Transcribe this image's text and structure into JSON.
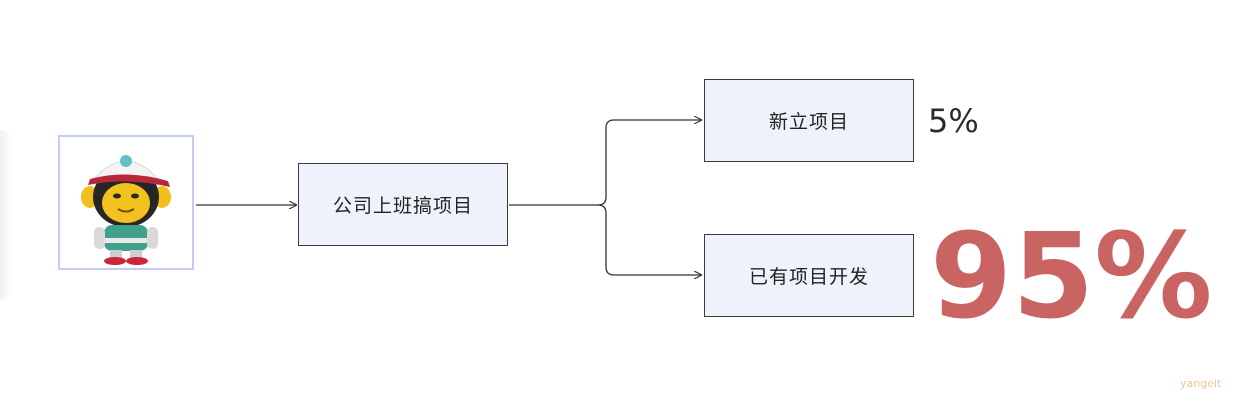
{
  "diagram": {
    "nodes": {
      "main": "公司上班搞项目",
      "new_project": "新立项目",
      "existing_project": "已有项目开发"
    },
    "percentages": {
      "new_project": "5%",
      "existing_project": "95%"
    },
    "colors": {
      "node_fill": "#eff2fb",
      "node_border": "#3a3a3a",
      "avatar_border": "#c3cdf3",
      "highlight": "#c96463",
      "watermark": "#e6c98e"
    },
    "icons": {
      "avatar": "monkey-character-with-cap"
    }
  },
  "watermark": "yangeit"
}
